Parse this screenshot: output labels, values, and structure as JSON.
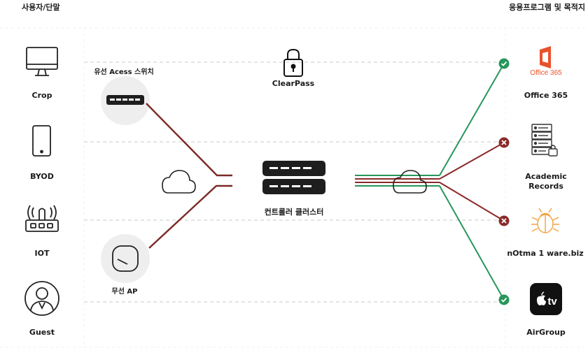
{
  "headers": {
    "left": "사용자/단말",
    "right": "응용프로그램 및 목적지"
  },
  "devices": [
    {
      "label": "Crop",
      "icon": "desktop-monitor-icon"
    },
    {
      "label": "BYOD",
      "icon": "smartphone-icon"
    },
    {
      "label": "IOT",
      "icon": "iot-router-icon"
    },
    {
      "label": "Guest",
      "icon": "guest-user-icon"
    }
  ],
  "access": {
    "wired_label": "유선 Acess 스위치",
    "wireless_label": "무선 AP"
  },
  "clearpass": {
    "label": "ClearPass",
    "icon": "padlock-icon"
  },
  "controller": {
    "label": "컨트롤러 클러스터",
    "icon": "controller-cluster-icon"
  },
  "destinations": [
    {
      "label": "Office 365",
      "logo_text": "Office 365",
      "status": "allowed",
      "icon": "office365-logo-icon"
    },
    {
      "label": "Academic\nRecords",
      "status": "blocked",
      "icon": "records-server-icon"
    },
    {
      "label": "nOtma 1 ware.biz",
      "status": "blocked",
      "icon": "malware-bug-icon"
    },
    {
      "label": "AirGroup",
      "logo_text": "tv",
      "status": "allowed",
      "icon": "apple-tv-icon"
    }
  ],
  "colors": {
    "wired_line": "#7a2a26",
    "allowed": "#27965a",
    "blocked": "#8b2a2a",
    "office_orange": "#e8522a",
    "dashed": "#c8c8c8",
    "bug": "#f0a23c"
  }
}
